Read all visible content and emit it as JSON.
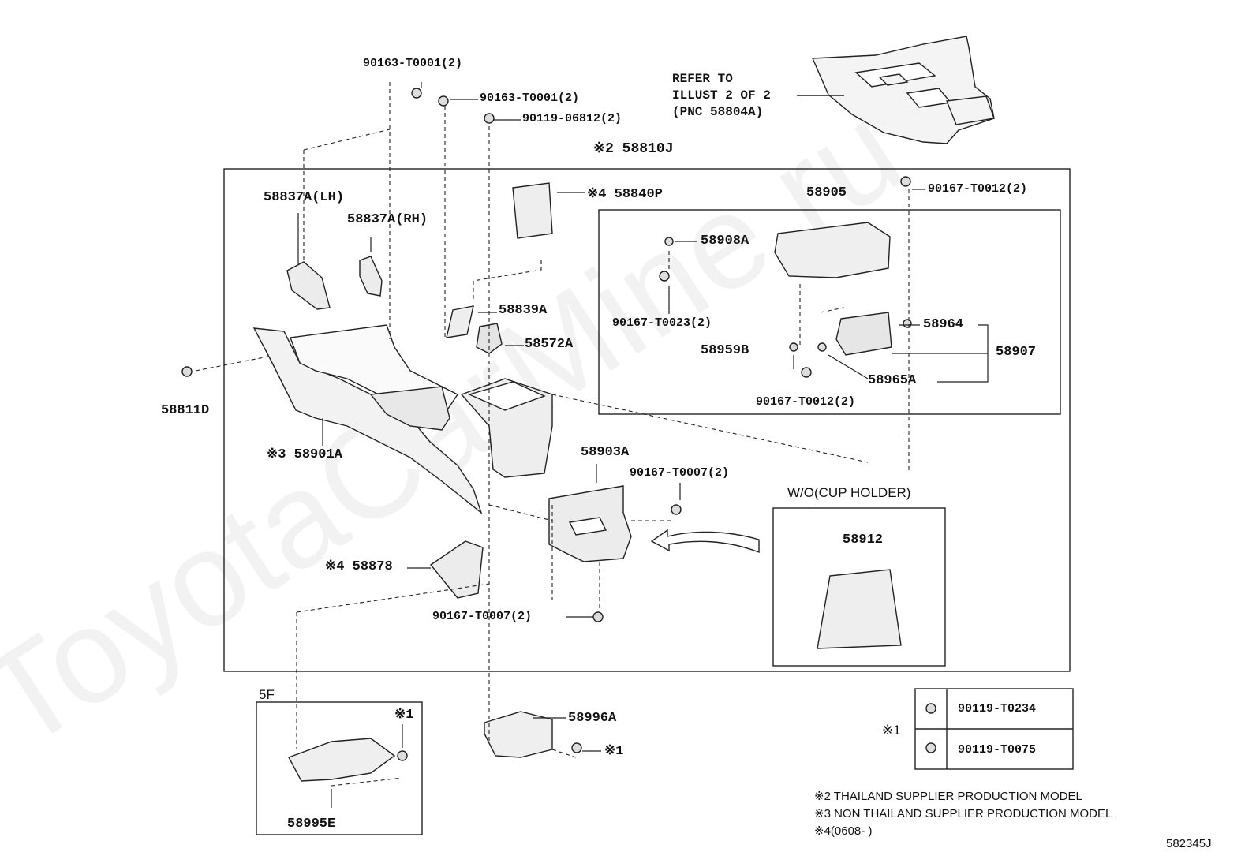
{
  "watermark": "ToyotaCarMine.ru",
  "diagram_id": "582345J",
  "refer_note": [
    "REFER TO",
    "ILLUST 2 OF 2",
    "(PNC 58804A)"
  ],
  "group_labels": {
    "main_assembly": "※2 58810J",
    "without_cup_holder": "W/O(CUP HOLDER)",
    "sub_5f": "5F"
  },
  "callouts": {
    "p90163_top": "90163-T0001(2)",
    "p90163_mid": "90163-T0001(2)",
    "p90119_06812": "90119-06812(2)",
    "p58837a_lh": "58837A(LH)",
    "p58837a_rh": "58837A(RH)",
    "p58840p": "※4 58840P",
    "p58905": "58905",
    "p90167_t0012_top": "90167-T0012(2)",
    "p58908a": "58908A",
    "p90167_t0023": "90167-T0023(2)",
    "p58964": "58964",
    "p58907": "58907",
    "p58959b": "58959B",
    "p58965a": "58965A",
    "p90167_t0012_bot": "90167-T0012(2)",
    "p58839a": "58839A",
    "p58572a": "58572A",
    "p58811d": "58811D",
    "p58901a": "※3 58901A",
    "p58903a": "58903A",
    "p90167_t0007_a": "90167-T0007(2)",
    "p58912": "58912",
    "p58878": "※4 58878",
    "p90167_t0007_b": "90167-T0007(2)",
    "p58996a": "58996A",
    "p_mark1_mid": "※1",
    "p_mark1_5f": "※1",
    "p58995e": "58995E"
  },
  "fastener_table": {
    "group_mark": "※1",
    "rows": [
      "90119-T0234",
      "90119-T0075"
    ]
  },
  "footnotes": [
    "※2 THAILAND SUPPLIER PRODUCTION MODEL",
    "※3 NON THAILAND SUPPLIER PRODUCTION MODEL",
    "※4(0608-      )"
  ]
}
